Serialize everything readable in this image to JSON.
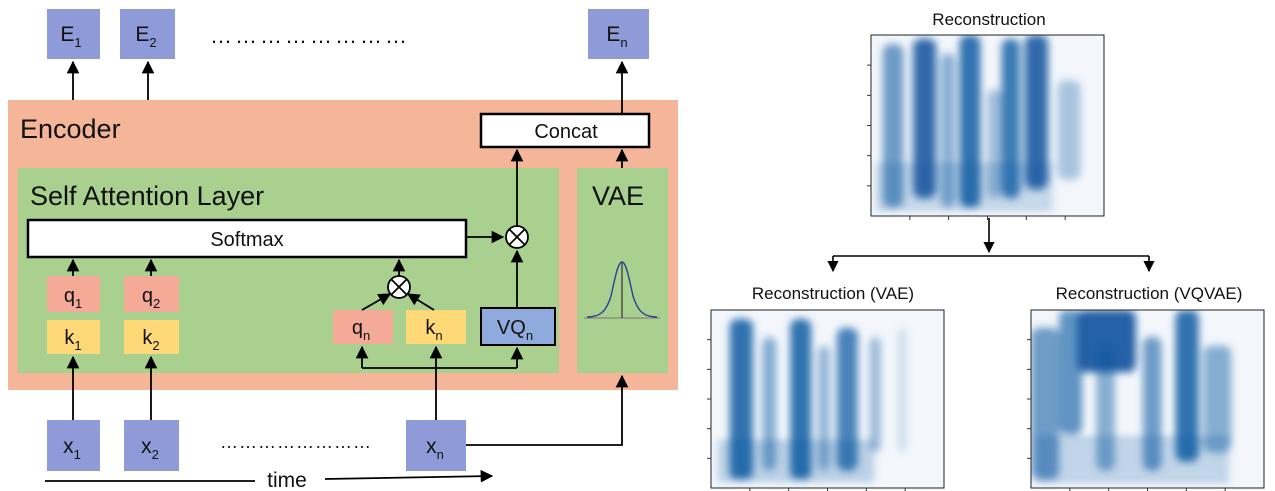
{
  "diagram": {
    "outputs": [
      {
        "base": "E",
        "sub": "1"
      },
      {
        "base": "E",
        "sub": "2"
      },
      {
        "base": "E",
        "sub": "n"
      }
    ],
    "inputs": [
      {
        "base": "x",
        "sub": "1"
      },
      {
        "base": "x",
        "sub": "2"
      },
      {
        "base": "x",
        "sub": "n"
      }
    ],
    "queries": [
      {
        "base": "q",
        "sub": "1"
      },
      {
        "base": "q",
        "sub": "2"
      },
      {
        "base": "q",
        "sub": "n"
      }
    ],
    "keys": [
      {
        "base": "k",
        "sub": "1"
      },
      {
        "base": "k",
        "sub": "2"
      },
      {
        "base": "k",
        "sub": "n"
      }
    ],
    "vq": {
      "base": "VQ",
      "sub": "n"
    },
    "encoder_label": "Encoder",
    "self_attention_label": "Self Attention Layer",
    "softmax_label": "Softmax",
    "concat_label": "Concat",
    "vae_label": "VAE",
    "time_label": "time",
    "product_symbol": "⊗",
    "dots": "……………………",
    "colors": {
      "encoder": "#f4b599",
      "attention": "#a9d08e",
      "node": "#8e9bd8",
      "query": "#f4aa97",
      "key": "#ffd878",
      "vq": "#8faadc",
      "heat": "#08519c"
    }
  },
  "spectrograms": {
    "top_title": "Reconstruction",
    "left_title": "Reconstruction (VAE)",
    "right_title": "Reconstruction (VQVAE)"
  }
}
